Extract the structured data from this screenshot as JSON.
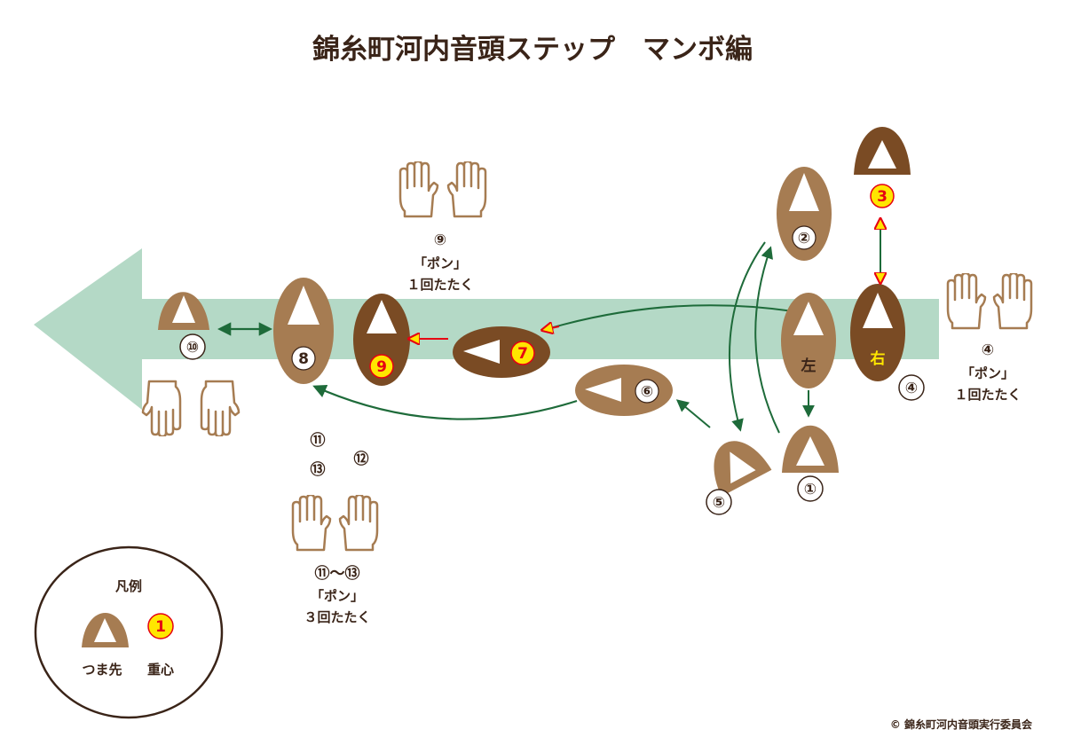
{
  "title": "錦糸町河内音頭ステップ　マンボ編",
  "copyright": "© 錦糸町河内音頭実行委員会",
  "colors": {
    "foot_light": "#a67c52",
    "foot_dark": "#7a4b24",
    "arrow_band": "#b4d9c6",
    "step_arrow": "#1e6b3a",
    "weight_fill": "#ffe600",
    "weight_stroke": "#e60012",
    "outline": "#3a2418"
  },
  "feet": {
    "left_label": "左",
    "right_label": "右"
  },
  "steps": {
    "s1": "①",
    "s2": "②",
    "s3": "3",
    "s4": "④",
    "s5": "⑤",
    "s6": "⑥",
    "s7": "7",
    "s8": "8",
    "s9": "9",
    "s10": "⑩"
  },
  "claps": {
    "c4": {
      "num": "④",
      "text1": "「ポン」",
      "text2": "１回たたく"
    },
    "c9": {
      "num": "⑨",
      "text1": "「ポン」",
      "text2": "１回たたく"
    },
    "c11": {
      "n11": "⑪",
      "n12": "⑫",
      "n13": "⑬",
      "range": "⑪～⑬",
      "text1": "「ポン」",
      "text2": "３回たたく"
    }
  },
  "legend": {
    "title": "凡例",
    "weight_num": "1",
    "toe_label": "つま先",
    "weight_label": "重心"
  }
}
